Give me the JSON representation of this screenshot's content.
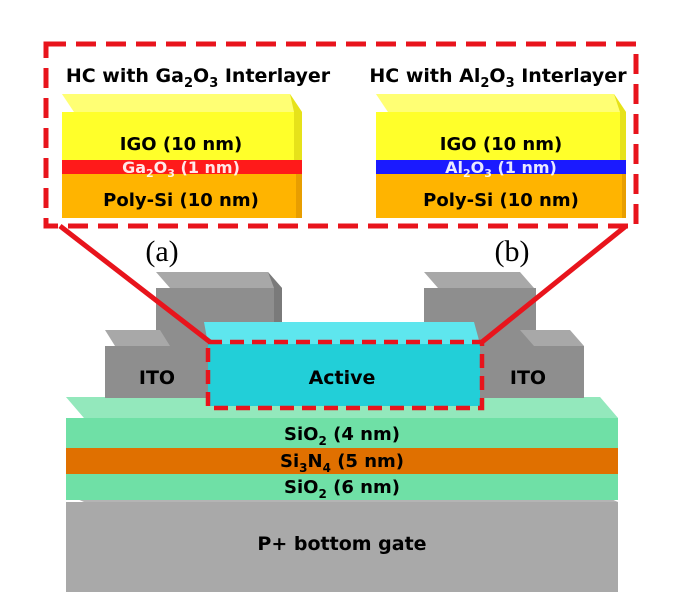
{
  "colors": {
    "igo": "#ffff2a",
    "igo_side": "#e6e21a",
    "ga2o3": "#ff1a1a",
    "al2o3": "#1a1aff",
    "polysi": "#ffb400",
    "polysi_side": "#e89e00",
    "active": "#22cfd8",
    "ito": "#8e8e8e",
    "sio2": "#6fe0a6",
    "si3n4": "#e07000",
    "gate": "#b4b4b4",
    "dash": "#e8141c"
  },
  "inset_a": {
    "title": {
      "pre": "HC with Ga",
      "s1": "2",
      "mid": "O",
      "s2": "3",
      "post": " Interlayer"
    },
    "top_layer": "IGO (10 nm)",
    "interlayer": {
      "pre": "Ga",
      "s1": "2",
      "mid": "O",
      "s2": "3",
      "post": " (1 nm)"
    },
    "bottom_layer": "Poly-Si (10 nm)",
    "caption": "(a)"
  },
  "inset_b": {
    "title": {
      "pre": "HC with Al",
      "s1": "2",
      "mid": "O",
      "s2": "3",
      "post": " Interlayer"
    },
    "top_layer": "IGO (10 nm)",
    "interlayer": {
      "pre": "Al",
      "s1": "2",
      "mid": "O",
      "s2": "3",
      "post": " (1 nm)"
    },
    "bottom_layer": "Poly-Si (10 nm)",
    "caption": "(b)"
  },
  "device": {
    "ito_left": "ITO",
    "ito_right": "ITO",
    "active": "Active",
    "sio2_top": {
      "pre": "SiO",
      "s1": "2",
      "post": " (4 nm)"
    },
    "si3n4": {
      "pre": "Si",
      "s1": "3",
      "mid": "N",
      "s2": "4",
      "post": " (5 nm)"
    },
    "sio2_bottom": {
      "pre": "SiO",
      "s1": "2",
      "post": " (6 nm)"
    },
    "gate": "P+ bottom gate"
  }
}
